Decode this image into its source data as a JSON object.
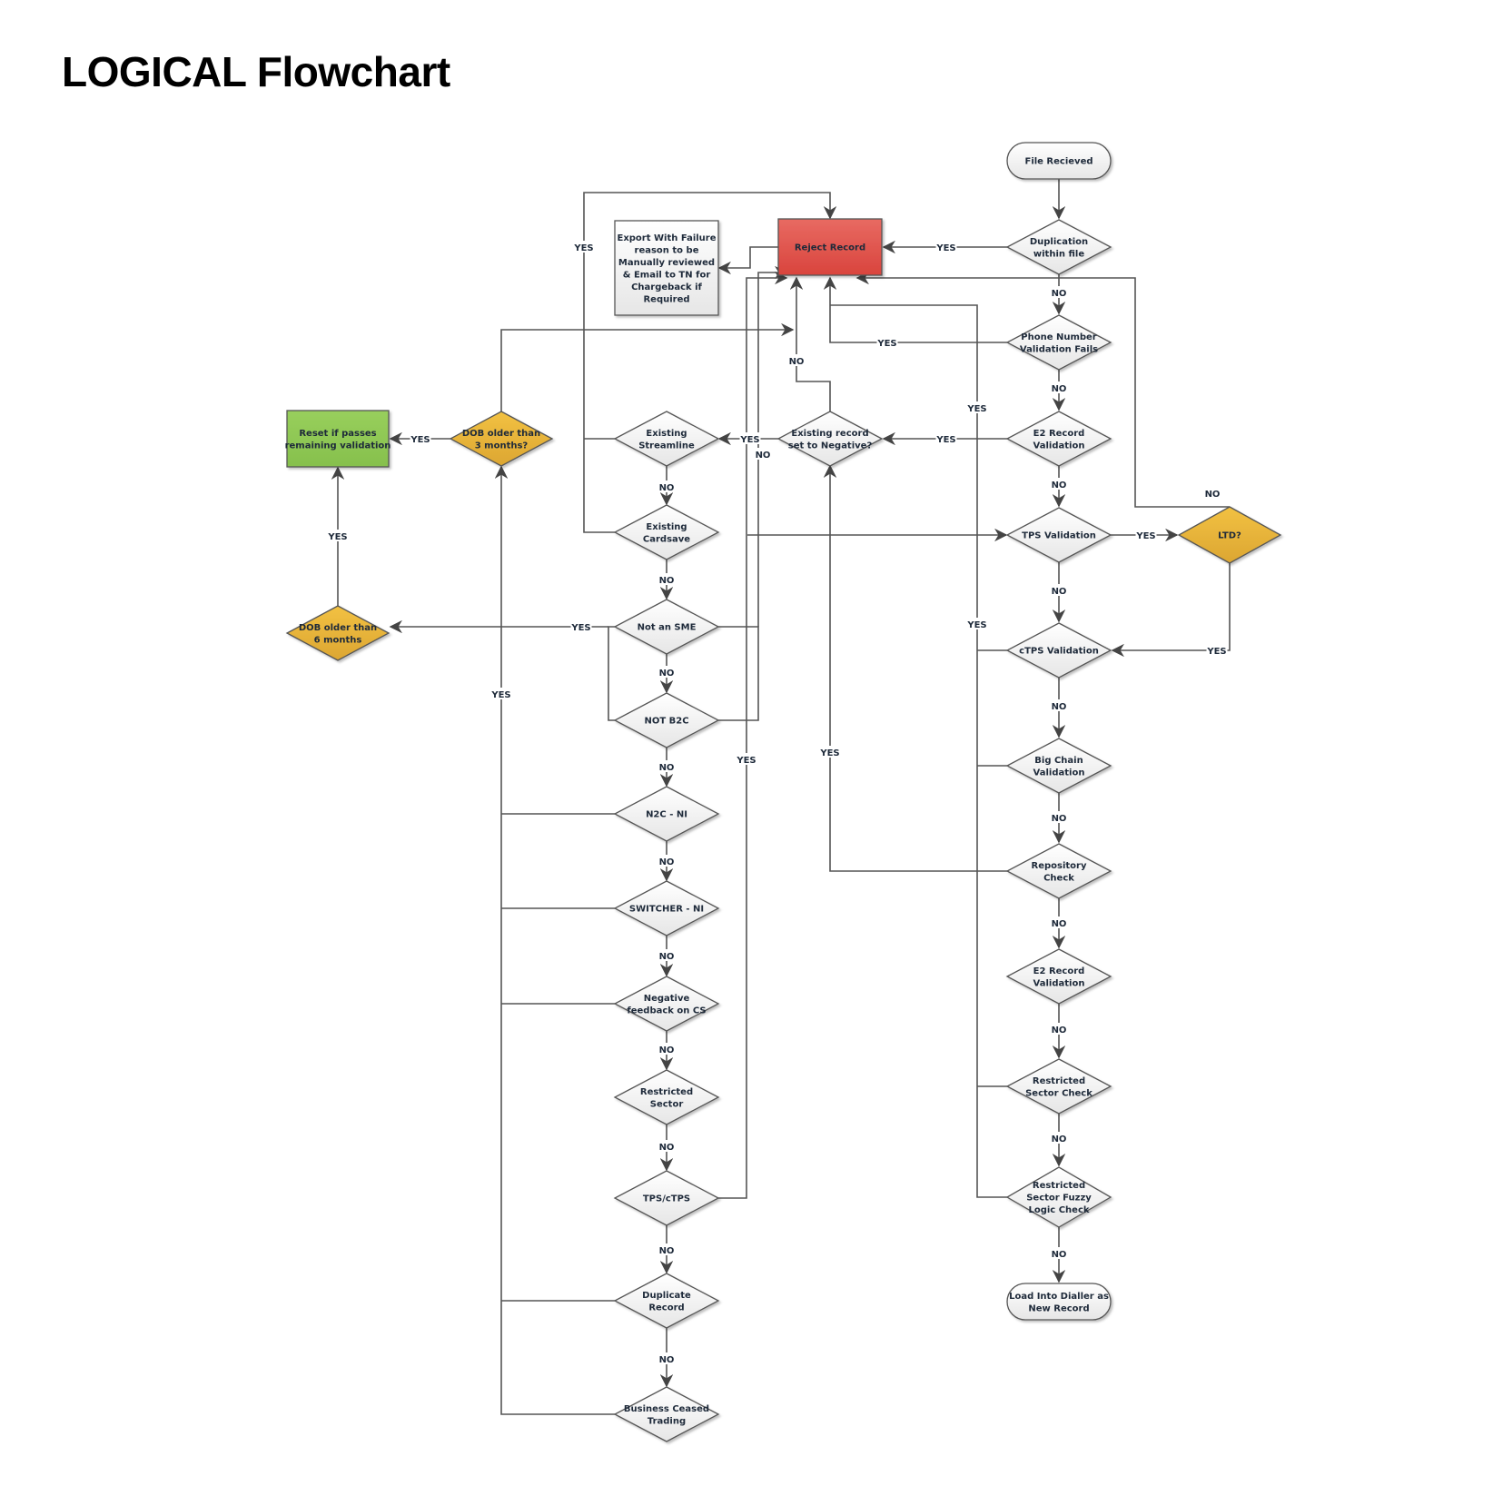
{
  "title": "LOGICAL Flowchart",
  "colors": {
    "reject": "#e05a52",
    "decision_highlight": "#e8b43a",
    "reset": "#8fca56",
    "default_fill": "#f3f3f3",
    "red_text": "#e02020"
  },
  "nodes": {
    "file_received": "File Recieved",
    "duplication_within_file": [
      "Duplication",
      "within file"
    ],
    "phone_number_validation": [
      "Phone Number",
      "Validation Fails"
    ],
    "e2_record_validation_1": [
      "E2 Record",
      "Validation"
    ],
    "tps_validation": [
      "TPS Validation"
    ],
    "ltd": [
      "LTD?"
    ],
    "ctps_validation": [
      "cTPS Validation"
    ],
    "big_chain_validation": [
      "Big Chain",
      "Validation"
    ],
    "repository_check": [
      "Repository",
      "Check"
    ],
    "e2_record_validation_2": [
      "E2 Record",
      "Validation"
    ],
    "restricted_sector_check": [
      "Restricted",
      "Sector Check"
    ],
    "restricted_sector_fuzzy": [
      "Restricted",
      "Sector Fuzzy",
      "Logic Check"
    ],
    "load_into_dialler": [
      "Load Into Dialler as",
      "New Record"
    ],
    "reject_record": [
      "Reject Record"
    ],
    "export_failure": [
      "Export With Failure",
      "reason to be",
      "Manually reviewed",
      "& Email to TN for",
      "Chargeback if",
      "Required"
    ],
    "existing_record_negative": [
      "Existing record",
      "set to Negative?"
    ],
    "existing_streamline": [
      "Existing",
      "Streamline"
    ],
    "existing_cardsave": [
      "Existing",
      "Cardsave"
    ],
    "not_an_sme": [
      "Not an SME"
    ],
    "not_b2c": [
      "NOT B2C"
    ],
    "n2c_ni": [
      "N2C - NI"
    ],
    "switcher_ni": [
      "SWITCHER - NI"
    ],
    "negative_feedback_cs": [
      "Negative",
      "feedback on CS"
    ],
    "restricted_sector": [
      "Restricted",
      "Sector"
    ],
    "tps_ctps": [
      "TPS/cTPS"
    ],
    "duplicate_record": [
      "Duplicate",
      "Record"
    ],
    "business_ceased": [
      "Business Ceased",
      "Trading"
    ],
    "dob_3_months": [
      "DOB older than",
      "3 months?"
    ],
    "dob_6_months": [
      "DOB older than",
      "6 months"
    ],
    "reset_if_passes": [
      "Reset if passes",
      "remaining validation"
    ]
  },
  "labels": {
    "yes": "YES",
    "no": "NO"
  }
}
